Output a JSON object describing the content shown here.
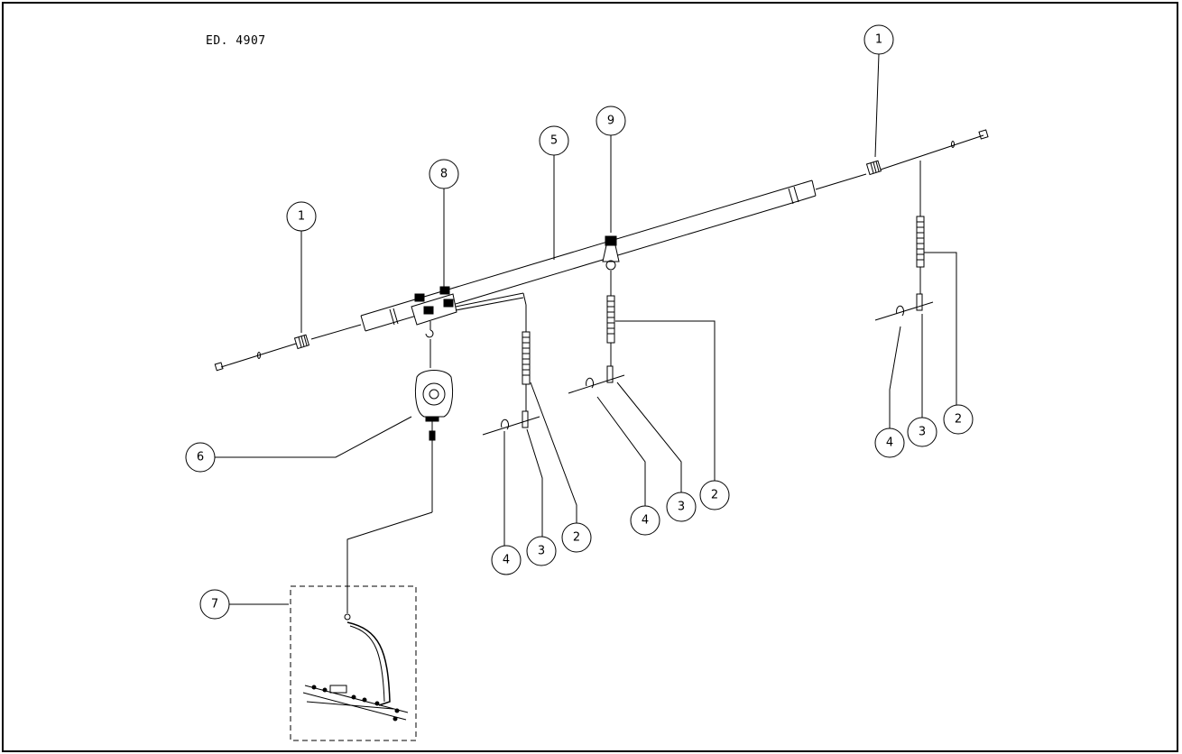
{
  "drawing_code": "ED. 4907",
  "callouts": {
    "c1_left": "1",
    "c1_right": "1",
    "c2_a": "2",
    "c2_b": "2",
    "c2_c": "2",
    "c3_a": "3",
    "c3_b": "3",
    "c3_c": "3",
    "c4_a": "4",
    "c4_b": "4",
    "c4_c": "4",
    "c5": "5",
    "c6": "6",
    "c7": "7",
    "c8": "8",
    "c9": "9"
  }
}
